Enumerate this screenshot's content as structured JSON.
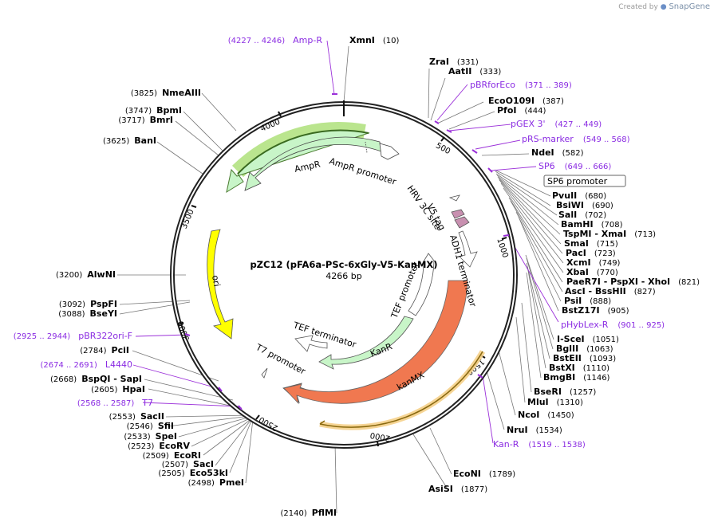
{
  "credit": {
    "prefix": "Created by",
    "brand": "SnapGene"
  },
  "plasmid": {
    "name": "pZC12 (pFA6a-PSc-6xGly-V5-KanMX)",
    "length": "4266 bp"
  },
  "colors": {
    "backbone": "#222222",
    "primer": "#9b30d9",
    "ampr": "#c8f5c8",
    "ori": "#ffff00",
    "kanmx": "#f07850",
    "kanr": "#c8f5c8",
    "v5": "#c890b0",
    "hilite": "#aee07a"
  },
  "ticks": [
    "4000",
    "500",
    "3500",
    "1000",
    "3000",
    "1500",
    "2500",
    "2000"
  ],
  "sites": [
    {
      "name": "XmnI",
      "pos": "(10)"
    },
    {
      "name": "ZraI",
      "pos": "(331)"
    },
    {
      "name": "AatII",
      "pos": "(333)"
    },
    {
      "name": "EcoO109I",
      "pos": "(387)"
    },
    {
      "name": "PfoI",
      "pos": "(444)"
    },
    {
      "name": "NdeI",
      "pos": "(582)"
    },
    {
      "name": "PvuII",
      "pos": "(680)"
    },
    {
      "name": "BsiWI",
      "pos": "(690)"
    },
    {
      "name": "SalI",
      "pos": "(702)"
    },
    {
      "name": "BamHI",
      "pos": "(708)"
    },
    {
      "name": "TspMI - XmaI",
      "pos": "(713)"
    },
    {
      "name": "SmaI",
      "pos": "(715)"
    },
    {
      "name": "PacI",
      "pos": "(723)"
    },
    {
      "name": "XcmI",
      "pos": "(749)"
    },
    {
      "name": "XbaI",
      "pos": "(770)"
    },
    {
      "name": "PaeR7I - PspXI - XhoI",
      "pos": "(821)"
    },
    {
      "name": "AscI - BssHII",
      "pos": "(827)"
    },
    {
      "name": "PsiI",
      "pos": "(888)"
    },
    {
      "name": "BstZ17I",
      "pos": "(905)"
    },
    {
      "name": "I-SceI",
      "pos": "(1051)"
    },
    {
      "name": "BglII",
      "pos": "(1063)"
    },
    {
      "name": "BstEII",
      "pos": "(1093)"
    },
    {
      "name": "BstXI",
      "pos": "(1110)"
    },
    {
      "name": "BmgBI",
      "pos": "(1146)"
    },
    {
      "name": "BseRI",
      "pos": "(1257)"
    },
    {
      "name": "MluI",
      "pos": "(1310)"
    },
    {
      "name": "NcoI",
      "pos": "(1450)"
    },
    {
      "name": "NruI",
      "pos": "(1534)"
    },
    {
      "name": "EcoNI",
      "pos": "(1789)"
    },
    {
      "name": "AsiSI",
      "pos": "(1877)"
    },
    {
      "name": "PflMI",
      "pos": "(2140)"
    },
    {
      "name": "PmeI",
      "pos": "(2498)"
    },
    {
      "name": "Eco53kI",
      "pos": "(2505)"
    },
    {
      "name": "SacI",
      "pos": "(2507)"
    },
    {
      "name": "EcoRI",
      "pos": "(2509)"
    },
    {
      "name": "EcoRV",
      "pos": "(2523)"
    },
    {
      "name": "SpeI",
      "pos": "(2533)"
    },
    {
      "name": "SfiI",
      "pos": "(2546)"
    },
    {
      "name": "SacII",
      "pos": "(2553)"
    },
    {
      "name": "HpaI",
      "pos": "(2605)"
    },
    {
      "name": "BspQI - SapI",
      "pos": "(2668)"
    },
    {
      "name": "PciI",
      "pos": "(2784)"
    },
    {
      "name": "BseYI",
      "pos": "(3088)"
    },
    {
      "name": "PspFI",
      "pos": "(3092)"
    },
    {
      "name": "AlwNI",
      "pos": "(3200)"
    },
    {
      "name": "BanI",
      "pos": "(3625)"
    },
    {
      "name": "BmrI",
      "pos": "(3717)"
    },
    {
      "name": "BpmI",
      "pos": "(3747)"
    },
    {
      "name": "NmeAIII",
      "pos": "(3825)"
    }
  ],
  "primers": [
    {
      "name": "Amp-R",
      "range": "(4227 .. 4246)"
    },
    {
      "name": "pBRforEco",
      "range": "(371 .. 389)"
    },
    {
      "name": "pGEX 3'",
      "range": "(427 .. 449)"
    },
    {
      "name": "pRS-marker",
      "range": "(549 .. 568)"
    },
    {
      "name": "SP6",
      "range": "(649 .. 666)"
    },
    {
      "name": "pHybLex-R",
      "range": "(901 .. 925)"
    },
    {
      "name": "Kan-R",
      "range": "(1519 .. 1538)"
    },
    {
      "name": "T7",
      "range": "(2568 .. 2587)"
    },
    {
      "name": "L4440",
      "range": "(2674 .. 2691)"
    },
    {
      "name": "pBR322ori-F",
      "range": "(2925 .. 2944)"
    }
  ],
  "features": {
    "sp6_promoter": "SP6 promoter",
    "ampr": "AmpR",
    "ampr_promoter": "AmpR promoter",
    "hrv": "HRV 3C site",
    "v5": "V5 tag",
    "adh1": "ADH1 terminator",
    "tef_promoter": "TEF promoter",
    "kanr": "KanR",
    "tef_terminator": "TEF terminator",
    "t7_promoter": "T7 promoter",
    "ori": "ori",
    "kanmx": "kanMX"
  }
}
